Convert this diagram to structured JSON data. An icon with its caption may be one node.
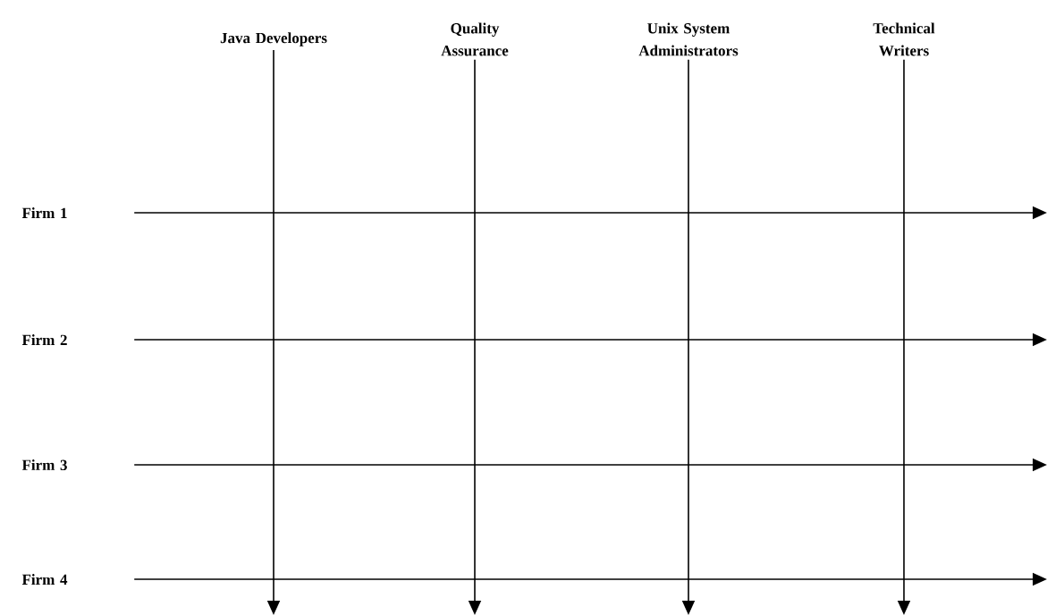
{
  "diagram": {
    "nodes": [
      {
        "text": [
          "Java Developers"
        ]
      },
      {
        "text": [
          "Quality Assurance"
        ]
      },
      {
        "text": [
          "Unix System Administrators"
        ]
      },
      {
        "text": [
          "Technical Writers"
        ]
      },
      {
        "text": [
          "Firm 1"
        ]
      },
      {
        "text": [
          "Firm 2"
        ]
      },
      {
        "text": [
          "Firm 3"
        ]
      },
      {
        "text": [
          "Firm 4"
        ]
      }
    ],
    "edges": [
      {
        "from": 0,
        "to": null,
        "arrow": "to"
      },
      {
        "from": 1,
        "to": null,
        "arrow": "to"
      },
      {
        "from": 2,
        "to": null,
        "arrow": "to"
      },
      {
        "from": 3,
        "to": null,
        "arrow": "to"
      },
      {
        "from": 4,
        "to": null,
        "arrow": "to"
      },
      {
        "from": 5,
        "to": null,
        "arrow": "to"
      },
      {
        "from": 6,
        "to": null,
        "arrow": "to"
      },
      {
        "from": 7,
        "to": null,
        "arrow": "to"
      }
    ]
  }
}
